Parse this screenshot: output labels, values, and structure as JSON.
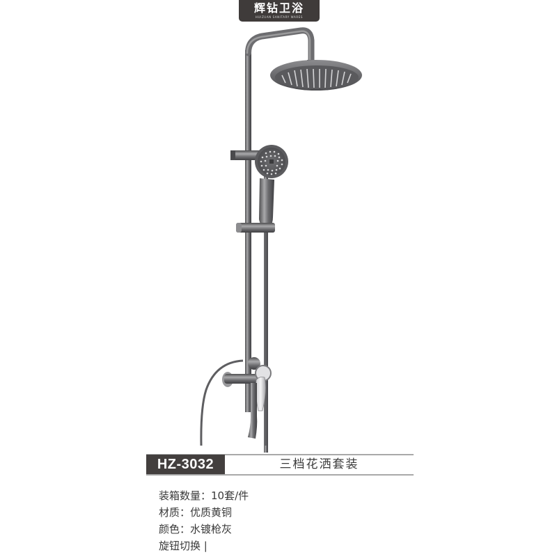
{
  "brand": {
    "name_cn": "辉钻卫浴",
    "name_en": "HUIZUAN SANITARY WARES",
    "badge_color": "#3f3b3a"
  },
  "product_image": {
    "subject": "gunmetal grey shower set with rain shower head, hand shower, slide bar and mixer valve",
    "finish_color": "#6b6b6d"
  },
  "label": {
    "model": "HZ-3032",
    "name": "三档花洒套装",
    "model_bg_color": "#433f3e"
  },
  "specs": [
    {
      "text": "装箱数量：10套/件"
    },
    {
      "text": "材质：优质黄铜"
    },
    {
      "text": "颜色：水镀枪灰"
    },
    {
      "text": "旋钮切换 |"
    }
  ]
}
